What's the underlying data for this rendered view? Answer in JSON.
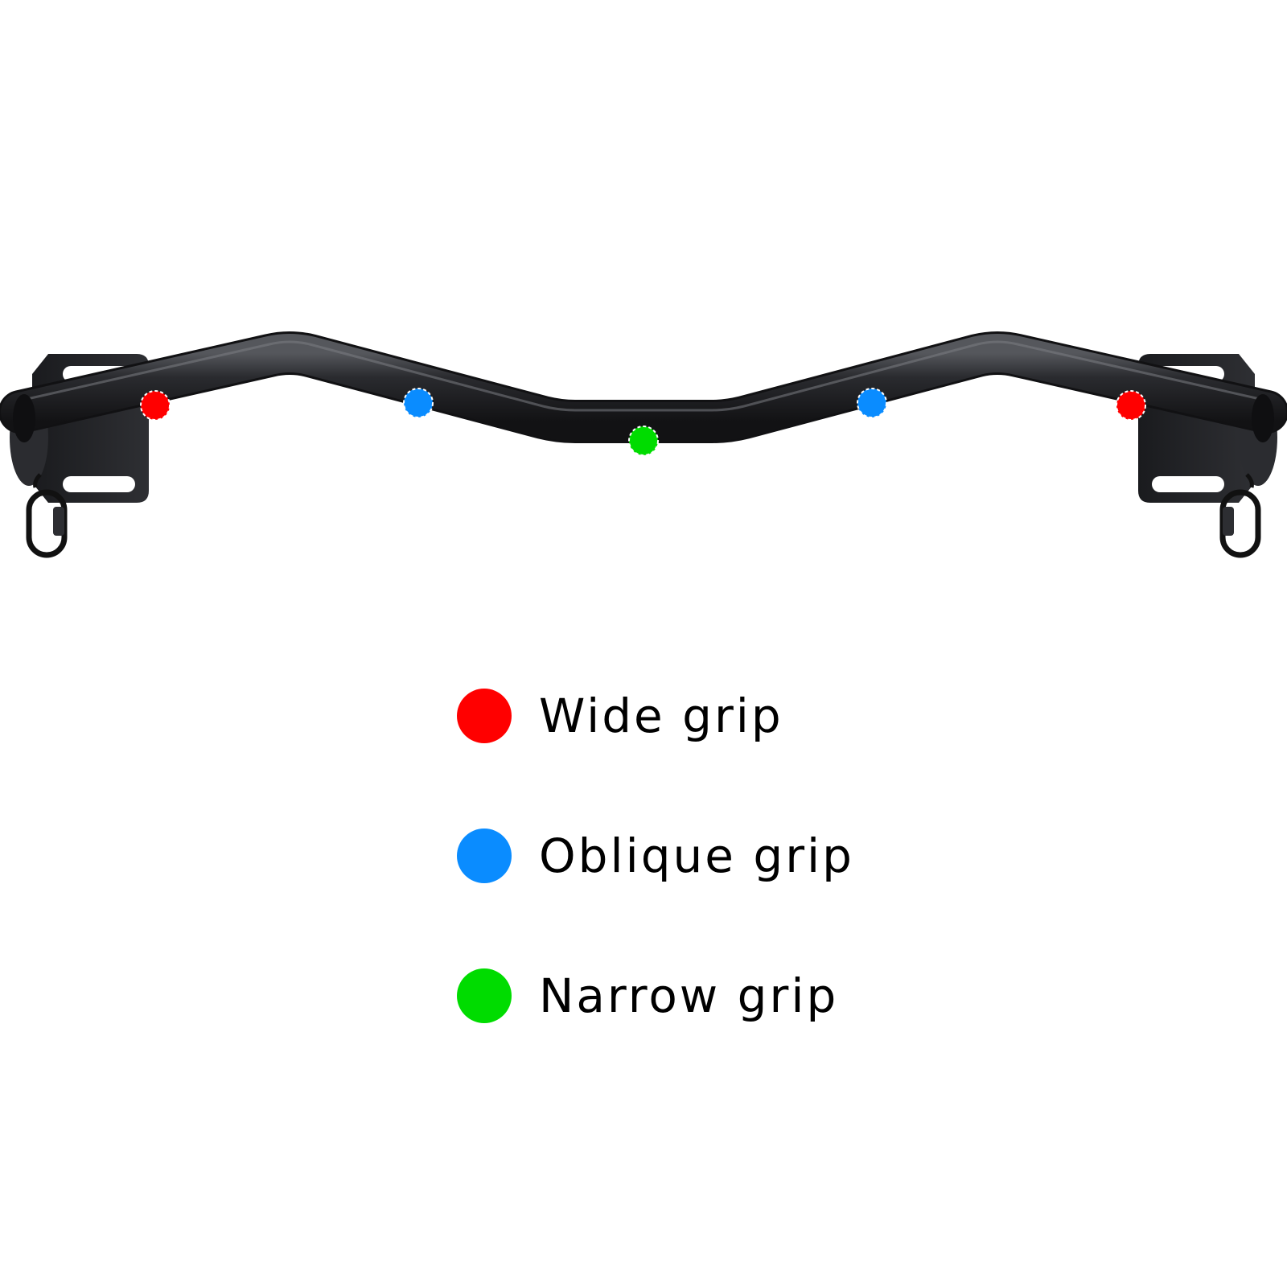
{
  "grip_types": {
    "wide": {
      "label": "Wide grip",
      "color": "#ff0000"
    },
    "oblique": {
      "label": "Oblique grip",
      "color": "#0a8cff"
    },
    "narrow": {
      "label": "Narrow grip",
      "color": "#00dc00"
    }
  },
  "legend": [
    "wide",
    "oblique",
    "narrow"
  ],
  "bar_markers": [
    "wide",
    "oblique",
    "narrow",
    "oblique",
    "wide"
  ],
  "colors": {
    "bar": "#1e1f22",
    "bracket": "#232427",
    "background": "#ffffff"
  },
  "icons": {
    "bar": "pull-up-bar-icon",
    "bracket": "wall-mount-bracket-icon",
    "hook": "carabiner-hook-icon"
  }
}
